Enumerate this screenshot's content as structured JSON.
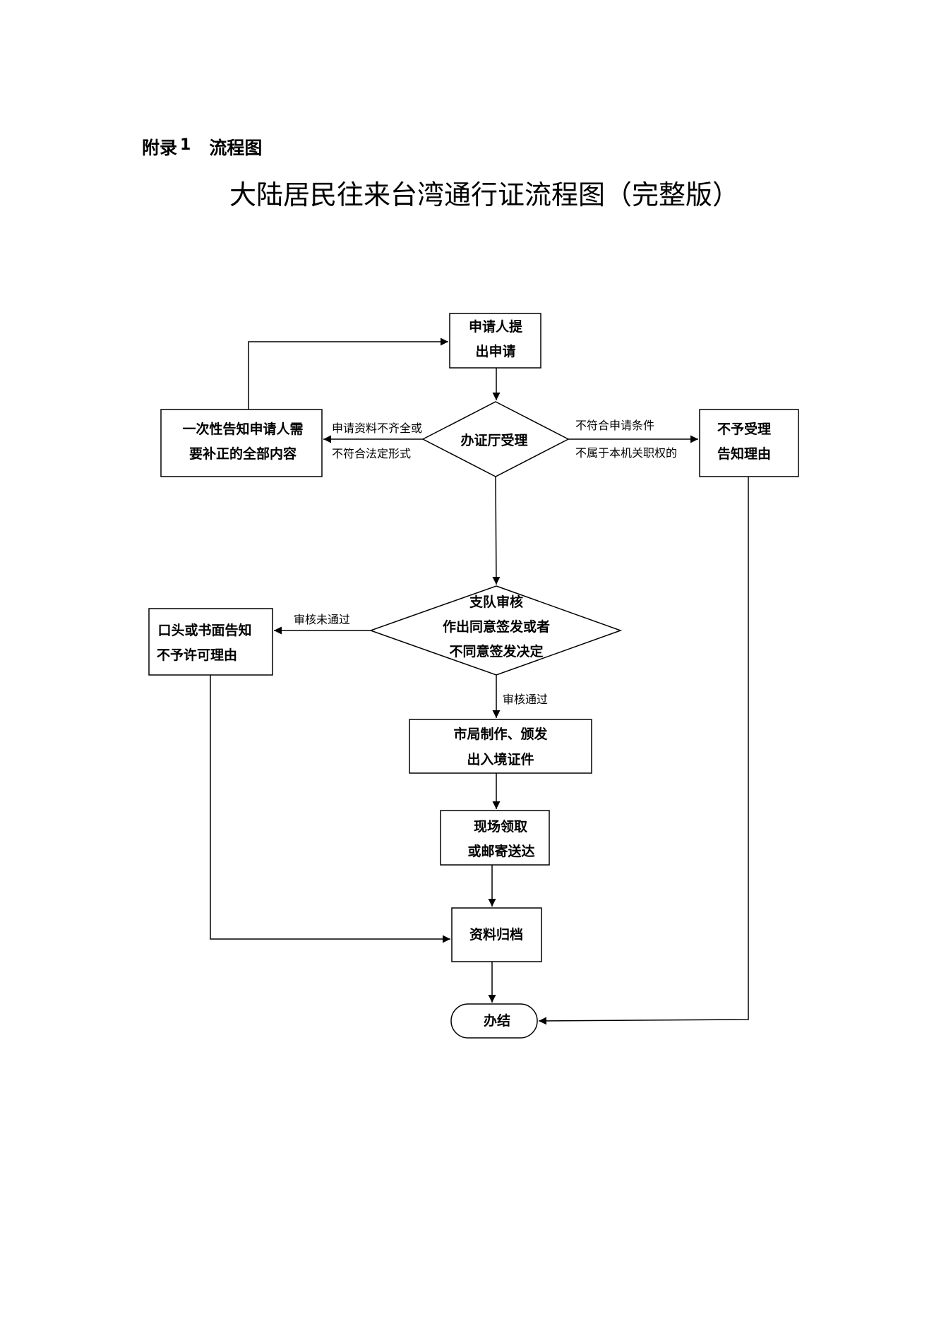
{
  "heading": {
    "prefix": "附录",
    "number": "1",
    "label": "流程图"
  },
  "title": "大陆居民往来台湾通行证流程图（完整版）",
  "nodes": {
    "apply": [
      "申请人提",
      "出申请"
    ],
    "accept": [
      "办证厅受理"
    ],
    "supplement": [
      "一次性告知申请人需",
      "要补正的全部内容"
    ],
    "reject": [
      "不予受理",
      "告知理由"
    ],
    "review": [
      "支队审核",
      "作出同意签发或者",
      "不同意签发决定"
    ],
    "deny": [
      "口头或书面告知",
      "不予许可理由"
    ],
    "produce": [
      "市局制作、颁发",
      "出入境证件"
    ],
    "deliver": [
      "现场领取",
      "或邮寄送达"
    ],
    "archive": [
      "资料归档"
    ],
    "end": [
      "办结"
    ]
  },
  "edges": {
    "incomplete": [
      "申请资料不齐全或",
      "不符合法定形式"
    ],
    "ineligible": [
      "不符合申请条件",
      "不属于本机关职权的"
    ],
    "review_fail": "审核未通过",
    "review_pass": "审核通过"
  }
}
